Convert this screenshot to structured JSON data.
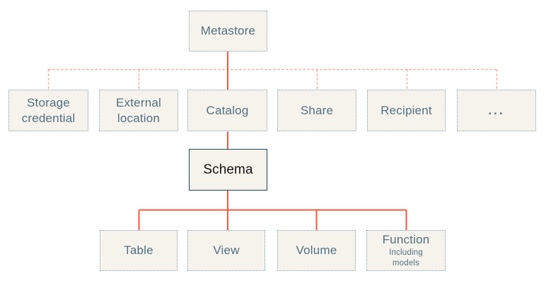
{
  "colors": {
    "connector_solid": "#f9563b",
    "connector_dashed": "#fba08d",
    "box_border": "#7e9dae",
    "box_fill": "#f6f3ed",
    "box_text": "#527081",
    "schema_border": "#1c4554",
    "schema_text": "#141414",
    "background": "#ffffff"
  },
  "diagram": {
    "root": {
      "label": "Metastore"
    },
    "level2": [
      {
        "label": "Storage credential"
      },
      {
        "label": "External location"
      },
      {
        "label": "Catalog"
      },
      {
        "label": "Share"
      },
      {
        "label": "Recipient"
      },
      {
        "label": "..."
      }
    ],
    "level3": {
      "label": "Schema"
    },
    "level4": [
      {
        "label": "Table"
      },
      {
        "label": "View"
      },
      {
        "label": "Volume"
      },
      {
        "label": "Function",
        "sublabel": "Including models"
      }
    ]
  }
}
